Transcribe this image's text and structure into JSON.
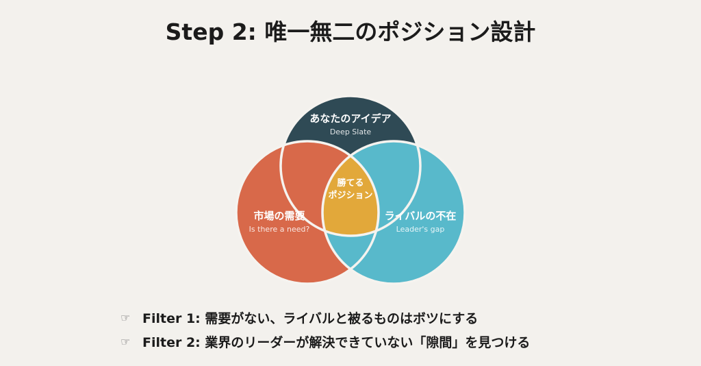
{
  "title": "Step 2: 唯一無二のポジション設計",
  "venn": {
    "top": {
      "label": "あなたのアイデア",
      "sub": "Deep Slate",
      "color": "#2f4a55"
    },
    "left": {
      "label": "市場の需要",
      "sub": "Is there a need?",
      "color": "#d8694a"
    },
    "right": {
      "label": "ライバルの不在",
      "sub": "Leader's gap",
      "color": "#58b9cb"
    },
    "center": {
      "label_line1": "勝てる",
      "label_line2": "ポジション",
      "color": "#e2a83a"
    }
  },
  "bullets": [
    {
      "icon": "pointing-hand-icon",
      "text": "Filter 1: 需要がない、ライバルと被るものはボツにする"
    },
    {
      "icon": "pointing-hand-icon",
      "text": "Filter 2: 業界のリーダーが解決できていない「隙間」を見つける"
    }
  ]
}
